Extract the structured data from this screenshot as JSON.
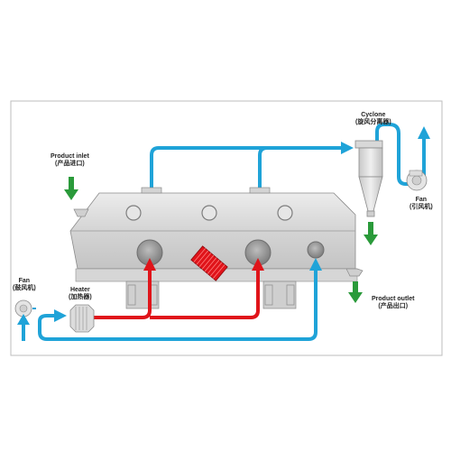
{
  "labels": {
    "product_inlet": {
      "en": "Product inlet",
      "zh": "(产品进口)"
    },
    "cyclone": {
      "en": "Cyclone",
      "zh": "(旋风分离器)"
    },
    "fan_exhaust": {
      "en": "Fan",
      "zh": "(引风机)"
    },
    "fan_supply": {
      "en": "Fan",
      "zh": "(鼓风机)"
    },
    "heater": {
      "en": "Heater",
      "zh": "(加热器)"
    },
    "product_outlet": {
      "en": "Product outlet",
      "zh": "(产品出口)"
    }
  },
  "colors": {
    "air_flow": "#1fa3d8",
    "hot_air": "#e0141a",
    "product_arrow": "#2a9a3a",
    "machine_body": "#d9d9d9",
    "machine_outline": "#8a8a8a",
    "frame_border": "#bdbdbd"
  }
}
